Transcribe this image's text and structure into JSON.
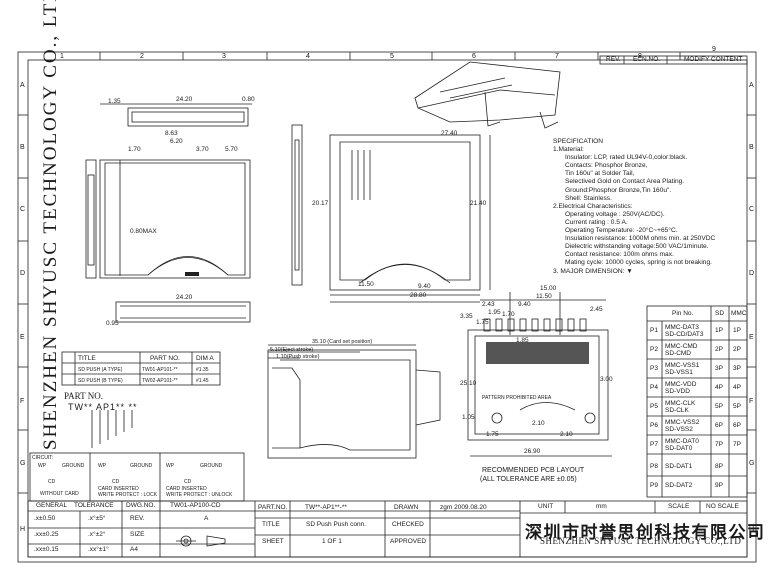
{
  "border_numbers": [
    "1",
    "2",
    "3",
    "4",
    "5",
    "6",
    "7",
    "8",
    "9"
  ],
  "border_letters": [
    "A",
    "B",
    "C",
    "D",
    "E",
    "F",
    "G",
    "H"
  ],
  "revision_header": {
    "rev": "REV.",
    "ecn": "ECN.NO.",
    "modify": "MODIFY CONTENT"
  },
  "vertical_company": "SHENZHEN SHYUSC TECHNOLOGY CO., LTD",
  "top_dims": {
    "w1": "24.20",
    "w2": "0.80",
    "w3": "1.35",
    "d1": "8.63",
    "d2": "6.20",
    "d3": "1.70",
    "d4": "3.70",
    "d5": "5.70",
    "d6": "0.80MAX",
    "d7": "11.50",
    "d8": "24.20",
    "d9": "28.80",
    "d10": "9.40",
    "d11": "27.40",
    "d12": "21.40",
    "d13": "20.17",
    "d14": "0.95"
  },
  "specification": {
    "title": "SPECIFICATION",
    "lines": [
      "1.Material:",
      "Insulator: LCP, rated UL94V-0,color:black.",
      "Contacts: Phosphor Bronze,",
      "Tin 160u\" at Solder Tail,",
      "Selectived Gold on Contact Area Plating.",
      "Ground:Phosphor Bronze,Tin 160u\".",
      "Shell: Stainless.",
      "2.Electrical Characteristics:",
      "Operating voltage : 250V(AC/DC).",
      "Current rating : 0.5 A.",
      "Operating Temperature: -20°C~+65°C.",
      "Insulation resistance: 1000M ohms min. at 250VDC",
      "Dielectric withstanding voltage:500 VAC/1minute.",
      "Contact resistance: 100m ohms max.",
      "Mating cycle: 10000 cycles, spring is not breaking.",
      "3. MAJOR DIMENSION: ▼"
    ]
  },
  "pcb_dims": {
    "a": "15.00",
    "b": "11.50",
    "c": "9.40",
    "d": "2.43",
    "e": "1.95",
    "f": "3.35",
    "g": "1.75",
    "h": "1.70",
    "i": "1.85",
    "j": "2.10",
    "k": "2.10",
    "l": "1.75",
    "m": "25.10",
    "n": "3.00",
    "o": "2.45",
    "p": "1.05",
    "q": "26.90"
  },
  "pcb_labels": {
    "pattern": "PATTERN PROHIBITED AREA",
    "recommended": "RECOMMENDED PCB LAYOUT",
    "tolerance": "(ALL TOLERANCE ARE ±0.05)"
  },
  "pin_table": {
    "headers": [
      "Pin No.",
      "SD",
      "MMC"
    ],
    "rows": [
      {
        "pin": "P1",
        "name": "MMC-DAT3\nSD-CD/DAT3",
        "sd": "1P",
        "mmc": "1P"
      },
      {
        "pin": "P2",
        "name": "MMC-CMD\nSD-CMD",
        "sd": "2P",
        "mmc": "2P"
      },
      {
        "pin": "P3",
        "name": "MMC-VSS1\nSD-VSS1",
        "sd": "3P",
        "mmc": "3P"
      },
      {
        "pin": "P4",
        "name": "MMC-VDD\nSD-VDD",
        "sd": "4P",
        "mmc": "4P"
      },
      {
        "pin": "P5",
        "name": "MMC-CLK\nSD-CLK",
        "sd": "5P",
        "mmc": "5P"
      },
      {
        "pin": "P6",
        "name": "MMC-VSS2\nSD-VSS2",
        "sd": "6P",
        "mmc": "6P"
      },
      {
        "pin": "P7",
        "name": "MMC-DAT0\nSD-DAT0",
        "sd": "7P",
        "mmc": "7P"
      },
      {
        "pin": "P8",
        "name": "SD-DAT1",
        "sd": "8P",
        "mmc": ""
      },
      {
        "pin": "P9",
        "name": "SD-DAT2",
        "sd": "9P",
        "mmc": ""
      }
    ]
  },
  "variant_table": {
    "headers": [
      "TITLE",
      "PART NO.",
      "DIM A"
    ],
    "rows": [
      {
        "title": "SD PUSH    (A TYPE)",
        "part": "TW01-AP101-**",
        "dim": "#1.35"
      },
      {
        "title": "SD PUSH    (B TYPE)",
        "part": "TW02-AP101-**",
        "dim": "#1.45"
      }
    ]
  },
  "part_no_label": "PART NO.",
  "part_no_code": "TW** AP1** **",
  "side_labels": {
    "stroke1": "5.10(Eject stroke)",
    "stroke2": "1.10(Push stroke)",
    "card_pos": "35.10 (Card set position)"
  },
  "circuit_labels": {
    "circuit": "CIRCUIT:",
    "wp": "WP",
    "ground": "GROUND",
    "cd": "CD",
    "without_card": "WITHOUT CARD",
    "card_inserted_lock": "CARD INSERTED\nWRITE PROTECT : LOCK",
    "card_inserted_unlock": "CARD INSERTED\nWRITE PROTECT : UNLOCK"
  },
  "title_block": {
    "general": "GENERAL",
    "tolerance": "TOLERANCE",
    "dwg_no_label": "DWG.NO.",
    "tol1a": ".x±0.50",
    "tol1b": ".x°±5°",
    "tol2a": ".xx±0.25",
    "tol2b": ".x°±2°",
    "tol3a": ".xx±0.15",
    "tol3b": ".xx°±1°",
    "rev_label": "REV.",
    "rev_value": "A",
    "size_label": "SIZE",
    "size_value": "A4",
    "dwg_no": "TW01-AP100-CD",
    "part_no_label": "PART.NO.",
    "part_no": "TW**-AP1**-**",
    "title_label": "TITLE",
    "title": "SD Push Push conn.",
    "sheet_label": "SHEET",
    "sheet": "1 OF 1",
    "drawn_label": "DRAWN",
    "drawn": "zgm  2009.08.20",
    "checked_label": "CHECKED",
    "approved_label": "APPROVED",
    "unit_label": "UNIT",
    "unit": "mm",
    "scale_label": "SCALE",
    "scale": "NO SCALE"
  },
  "company_cn": "深圳市时誉思创科技有限公司",
  "company_en": "SHENZHEN SHYUSC TECHNOLOGY CO.,LTD"
}
